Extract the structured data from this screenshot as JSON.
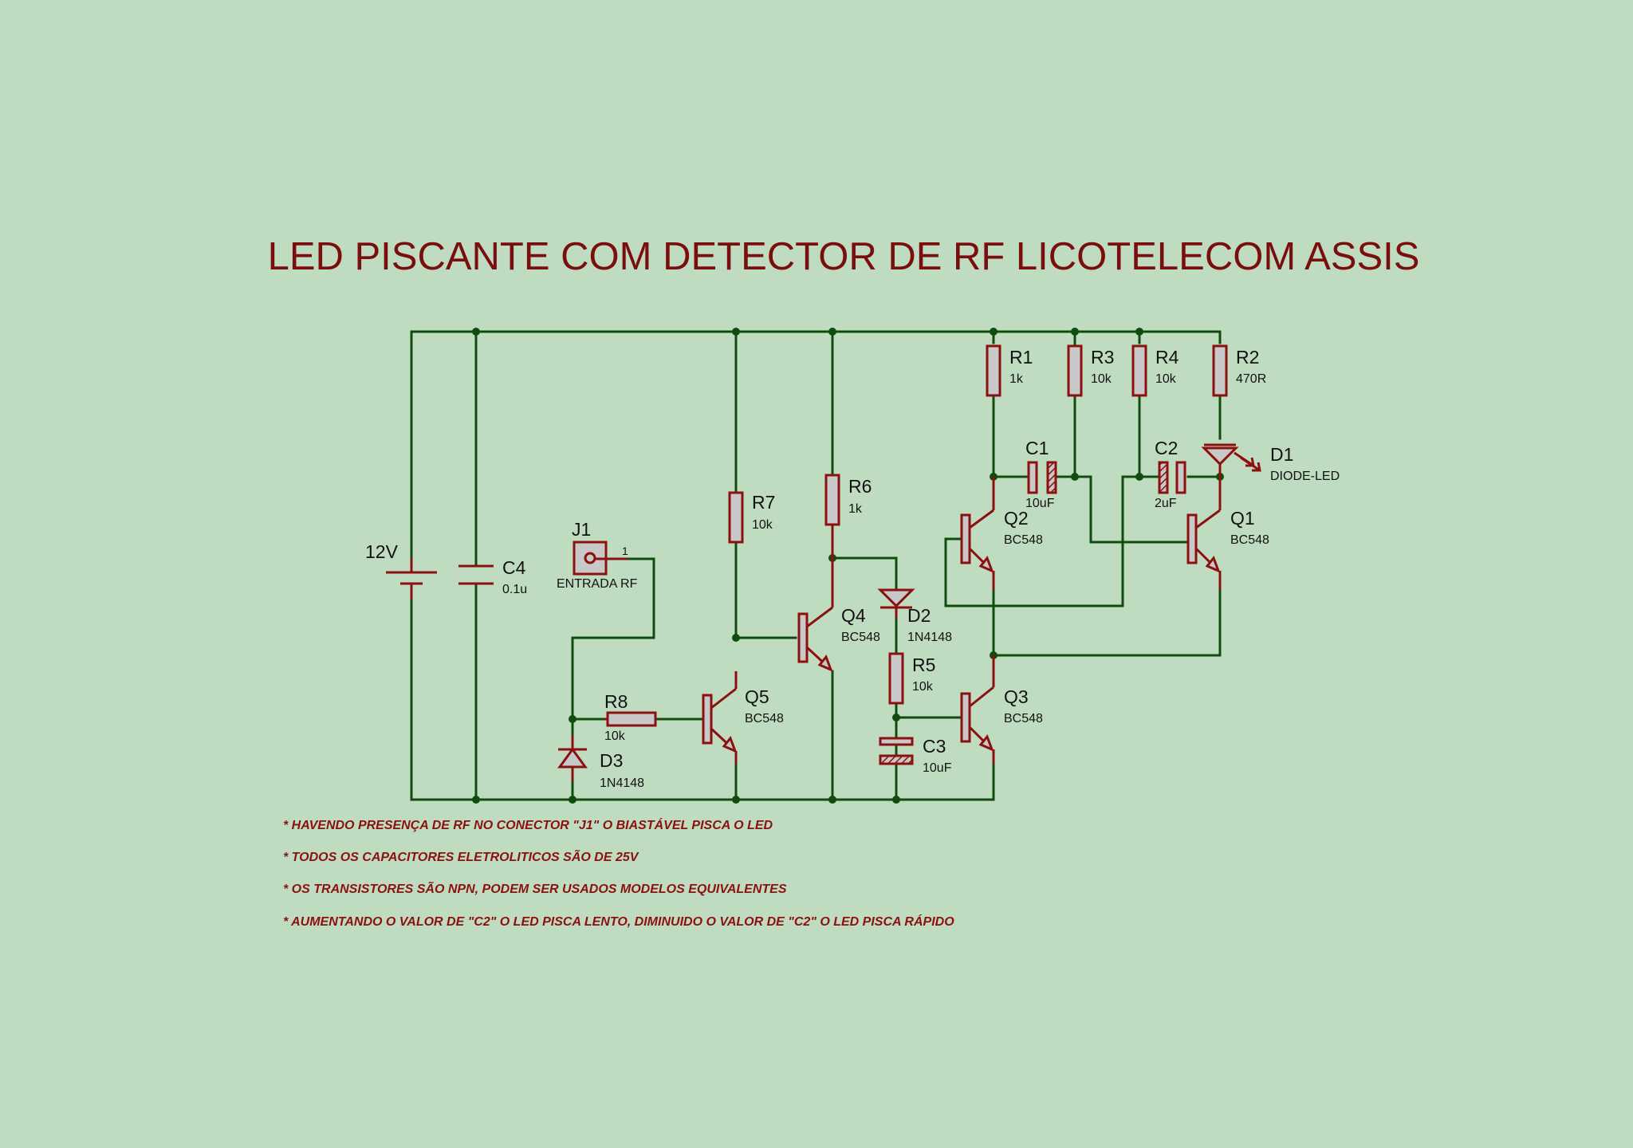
{
  "title": "LED PISCANTE COM DETECTOR DE RF LICOTELECOM ASSIS",
  "components": {
    "battery": {
      "ref": "12V"
    },
    "c4": {
      "ref": "C4",
      "value": "0.1u"
    },
    "j1": {
      "ref": "J1",
      "pin": "1",
      "value": "ENTRADA RF"
    },
    "r8": {
      "ref": "R8",
      "value": "10k"
    },
    "d3": {
      "ref": "D3",
      "value": "1N4148"
    },
    "q5": {
      "ref": "Q5",
      "value": "BC548"
    },
    "r7": {
      "ref": "R7",
      "value": "10k"
    },
    "q4": {
      "ref": "Q4",
      "value": "BC548"
    },
    "r6": {
      "ref": "R6",
      "value": "1k"
    },
    "d2": {
      "ref": "D2",
      "value": "1N4148"
    },
    "r5": {
      "ref": "R5",
      "value": "10k"
    },
    "c3": {
      "ref": "C3",
      "value": "10uF"
    },
    "q3": {
      "ref": "Q3",
      "value": "BC548"
    },
    "r1": {
      "ref": "R1",
      "value": "1k"
    },
    "r3": {
      "ref": "R3",
      "value": "10k"
    },
    "r4": {
      "ref": "R4",
      "value": "10k"
    },
    "r2": {
      "ref": "R2",
      "value": "470R"
    },
    "c1": {
      "ref": "C1",
      "value": "10uF"
    },
    "c2": {
      "ref": "C2",
      "value": "2uF"
    },
    "q2": {
      "ref": "Q2",
      "value": "BC548"
    },
    "q1": {
      "ref": "Q1",
      "value": "BC548"
    },
    "d1": {
      "ref": "D1",
      "value": "DIODE-LED"
    }
  },
  "notes": [
    "* HAVENDO PRESENÇA DE RF NO CONECTOR \"J1\" O BIASTÁVEL PISCA O LED",
    "* TODOS OS CAPACITORES ELETROLITICOS SÃO DE 25V",
    "* OS TRANSISTORES SÃO NPN, PODEM SER USADOS MODELOS EQUIVALENTES",
    "* AUMENTANDO O VALOR DE \"C2\" O LED PISCA LENTO, DIMINUIDO O VALOR DE \"C2\" O LED PISCA RÁPIDO"
  ],
  "colors": {
    "background": "#c0dcc0",
    "wire": "#0f4d0f",
    "component": "#8b1010",
    "title": "#7a0e0e"
  }
}
